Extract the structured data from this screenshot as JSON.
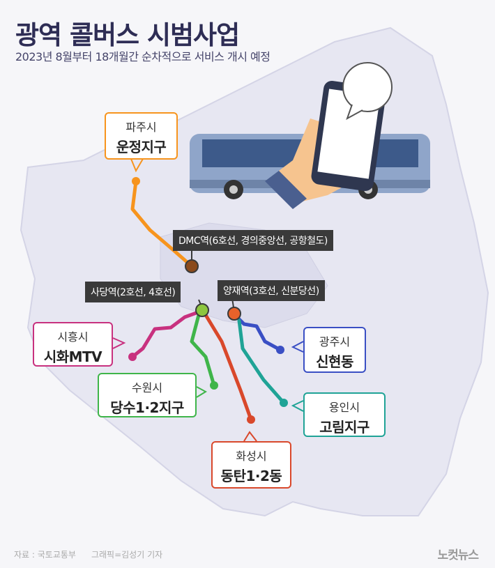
{
  "title": "광역 콜버스 시범사업",
  "subtitle": "2023년 8월부터 18개월간 순차적으로 서비스 개시 예정",
  "stations": {
    "dmc": "DMC역(6호선, 경의중앙선, 공항철도)",
    "sadang": "사당역(2호선, 4호선)",
    "yangjae": "양재역(3호선, 신분당선)"
  },
  "destinations": [
    {
      "city": "파주시",
      "district": "운정지구",
      "color": "#f7941d"
    },
    {
      "city": "시흥시",
      "district": "시화MTV",
      "color": "#c8317f"
    },
    {
      "city": "수원시",
      "district": "당수1·2지구",
      "color": "#3fb54a"
    },
    {
      "city": "화성시",
      "district": "동탄1·2동",
      "color": "#d9482b"
    },
    {
      "city": "광주시",
      "district": "신현동",
      "color": "#3a4fc4"
    },
    {
      "city": "용인시",
      "district": "고림지구",
      "color": "#1fa396"
    }
  ],
  "footer": {
    "source": "자료 : 국토교통부",
    "credit": "그래픽=김성기 기자",
    "logo": "노컷뉴스"
  }
}
